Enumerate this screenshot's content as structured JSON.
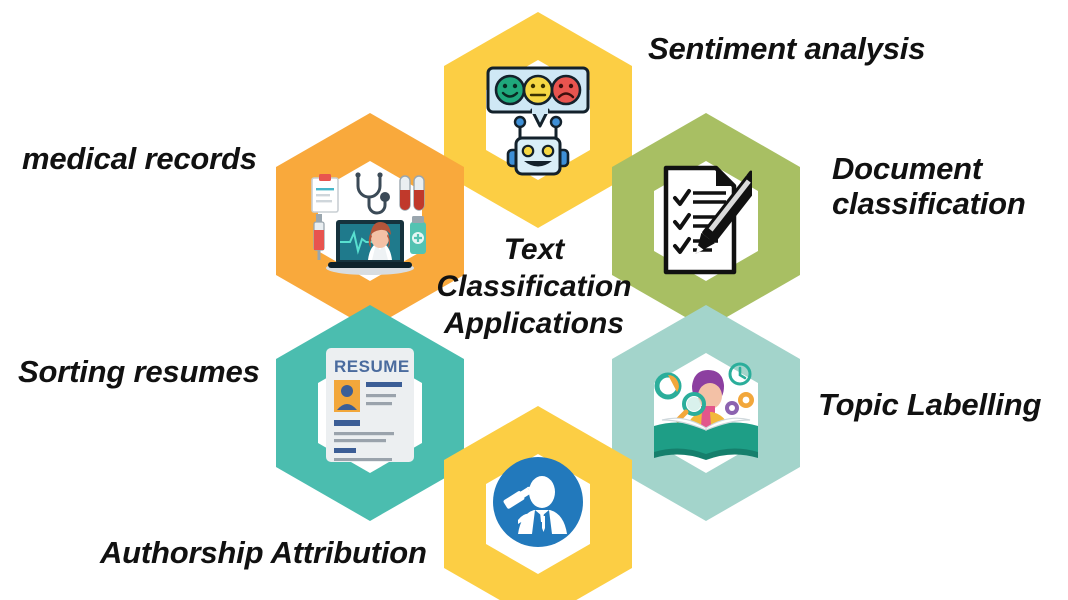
{
  "diagram": {
    "title": "Text Classification Applications",
    "center_title_lines": "Text\nClassification\nApplications",
    "type": "hexagon-cluster-infographic",
    "node_count": 6
  },
  "nodes": [
    {
      "id": "sentiment",
      "label": "Sentiment analysis",
      "color": "#FCCE44",
      "icon": "sentiment-robot-icon",
      "position": "top-center"
    },
    {
      "id": "document",
      "label": "Document\nclassification",
      "color": "#A8BF63",
      "icon": "checklist-document-pen-icon",
      "position": "right-upper"
    },
    {
      "id": "topic",
      "label": "Topic Labelling",
      "color": "#A3D4CB",
      "icon": "reader-magnifier-book-icon",
      "position": "right-lower"
    },
    {
      "id": "authorship",
      "label": "Authorship Attribution",
      "color": "#FCCE44",
      "icon": "author-writer-badge-icon",
      "position": "bottom-center"
    },
    {
      "id": "sorting",
      "label": "Sorting resumes",
      "color": "#4BBDAF",
      "icon": "resume-document-icon",
      "position": "left-lower"
    },
    {
      "id": "medical",
      "label": "medical records",
      "color": "#F9A93C",
      "icon": "telemedicine-laptop-icon",
      "position": "left-upper"
    }
  ],
  "icon_details": {
    "sentiment_faces": [
      "happy",
      "neutral",
      "sad"
    ],
    "sentiment_face_colors": [
      "#1FA87C",
      "#F6D743",
      "#E8544F"
    ],
    "resume_heading": "RESUME",
    "authorship_circle_color": "#2279BC"
  },
  "palette": {
    "background": "#FFFFFF",
    "text": "#111111",
    "yellow": "#FCCE44",
    "orange": "#F9A93C",
    "green": "#A8BF63",
    "teal": "#4BBDAF",
    "light_teal": "#A3D4CB",
    "blue": "#2279BC"
  }
}
